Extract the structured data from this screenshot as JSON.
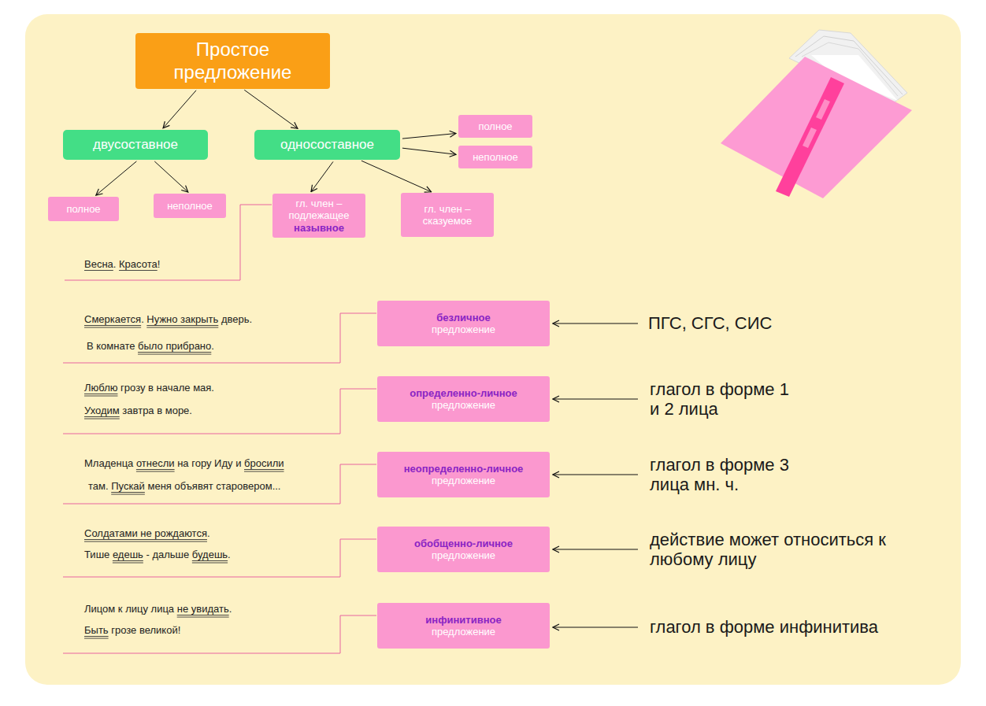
{
  "diagram": {
    "nodes": [
      {
        "text": [
          "Простое предложение"
        ]
      },
      {
        "text": [
          "двусоставное"
        ]
      },
      {
        "text": [
          "односоставное"
        ]
      },
      {
        "text": [
          "полное"
        ]
      },
      {
        "text": [
          "неполное"
        ]
      },
      {
        "text": [
          "полное"
        ]
      },
      {
        "text": [
          "неполное"
        ]
      },
      {
        "text": [
          "гл. член – подлежащее",
          "назывное"
        ]
      },
      {
        "text": [
          "гл. член – сказуемое"
        ]
      },
      {
        "text": [
          "безличное",
          "предложение"
        ]
      },
      {
        "text": [
          "определенно-личное",
          "предложение"
        ]
      },
      {
        "text": [
          "неопределенно-личное",
          "предложение"
        ]
      },
      {
        "text": [
          "обобщенно-личное",
          "предложение"
        ]
      },
      {
        "text": [
          "инфинитивное",
          "предложение"
        ]
      }
    ],
    "edges": [
      {
        "from": 0,
        "to": 1,
        "arrow": "to"
      },
      {
        "from": 0,
        "to": 2,
        "arrow": "to"
      },
      {
        "from": 1,
        "to": 5,
        "arrow": "to"
      },
      {
        "from": 1,
        "to": 6,
        "arrow": "to"
      },
      {
        "from": 2,
        "to": 3,
        "arrow": "to"
      },
      {
        "from": 2,
        "to": 4,
        "arrow": "to"
      },
      {
        "from": 2,
        "to": 7,
        "arrow": "to"
      },
      {
        "from": 2,
        "to": 8,
        "arrow": "to"
      }
    ],
    "labels": [
      "Весна. Красота!",
      "Смеркается. Нужно закрыть дверь.",
      "В комнате было прибрано.",
      "Люблю грозу в начале мая.",
      "Уходим завтра в море.",
      "Младенца отнесли на гору Иду и бросили",
      "там. Пускай меня объявят старовером...",
      "Солдатами не рождаются.",
      "Тише едешь - дальше будешь.",
      "Лицом к лицу лица не увидать.",
      "Быть грозе великой!",
      "ПГС, СГС, СИС",
      "глагол в форме 1 и 2 лица",
      "глагол в форме 3 лица мн. ч.",
      "действие может относиться к любому лицу",
      "глагол в форме инфинитива"
    ]
  }
}
